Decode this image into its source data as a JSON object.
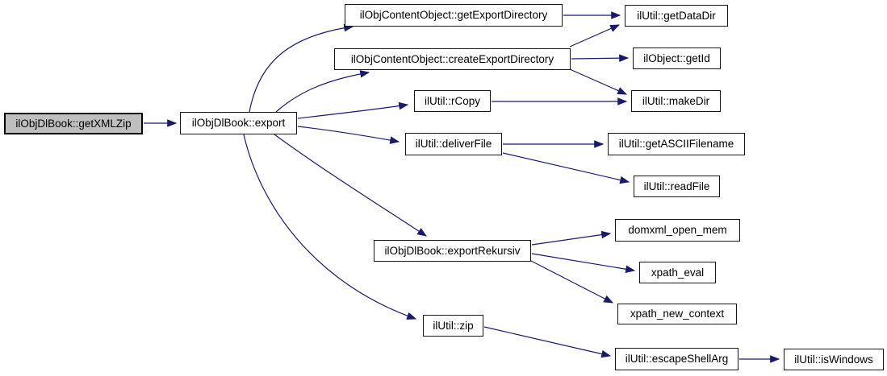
{
  "graph": {
    "type": "call-graph",
    "colors": {
      "edge": "#191970",
      "node_border": "#000000",
      "node_fill": "#ffffff",
      "root_fill": "#bfbfbf",
      "background": "#ffffff"
    },
    "nodes": [
      {
        "id": "getXMLZip",
        "label": "ilObjDlBook::getXMLZip",
        "root": true
      },
      {
        "id": "export",
        "label": "ilObjDlBook::export"
      },
      {
        "id": "getExportDirectory",
        "label": "ilObjContentObject::getExportDirectory"
      },
      {
        "id": "getDataDir",
        "label": "ilUtil::getDataDir"
      },
      {
        "id": "createExportDirectory",
        "label": "ilObjContentObject::createExportDirectory"
      },
      {
        "id": "getId",
        "label": "ilObject::getId"
      },
      {
        "id": "rCopy",
        "label": "ilUtil::rCopy"
      },
      {
        "id": "makeDir",
        "label": "ilUtil::makeDir"
      },
      {
        "id": "deliverFile",
        "label": "ilUtil::deliverFile"
      },
      {
        "id": "getASCIIFilename",
        "label": "ilUtil::getASCIIFilename"
      },
      {
        "id": "readFile",
        "label": "ilUtil::readFile"
      },
      {
        "id": "exportRekursiv",
        "label": "ilObjDlBook::exportRekursiv"
      },
      {
        "id": "domxml_open_mem",
        "label": "domxml_open_mem"
      },
      {
        "id": "xpath_eval",
        "label": "xpath_eval"
      },
      {
        "id": "xpath_new_context",
        "label": "xpath_new_context"
      },
      {
        "id": "zip",
        "label": "ilUtil::zip"
      },
      {
        "id": "escapeShellArg",
        "label": "ilUtil::escapeShellArg"
      },
      {
        "id": "isWindows",
        "label": "ilUtil::isWindows"
      }
    ],
    "edges": [
      {
        "from": "ilObjDlBook::getXMLZip",
        "to": "ilObjDlBook::export"
      },
      {
        "from": "ilObjDlBook::export",
        "to": "ilObjContentObject::getExportDirectory"
      },
      {
        "from": "ilObjDlBook::export",
        "to": "ilObjContentObject::createExportDirectory"
      },
      {
        "from": "ilObjDlBook::export",
        "to": "ilUtil::rCopy"
      },
      {
        "from": "ilObjDlBook::export",
        "to": "ilUtil::deliverFile"
      },
      {
        "from": "ilObjDlBook::export",
        "to": "ilObjDlBook::exportRekursiv"
      },
      {
        "from": "ilObjDlBook::export",
        "to": "ilUtil::zip"
      },
      {
        "from": "ilObjContentObject::getExportDirectory",
        "to": "ilUtil::getDataDir"
      },
      {
        "from": "ilObjContentObject::createExportDirectory",
        "to": "ilUtil::getDataDir"
      },
      {
        "from": "ilObjContentObject::createExportDirectory",
        "to": "ilObject::getId"
      },
      {
        "from": "ilObjContentObject::createExportDirectory",
        "to": "ilUtil::makeDir"
      },
      {
        "from": "ilUtil::rCopy",
        "to": "ilUtil::makeDir"
      },
      {
        "from": "ilUtil::deliverFile",
        "to": "ilUtil::getASCIIFilename"
      },
      {
        "from": "ilUtil::deliverFile",
        "to": "ilUtil::readFile"
      },
      {
        "from": "ilObjDlBook::exportRekursiv",
        "to": "domxml_open_mem"
      },
      {
        "from": "ilObjDlBook::exportRekursiv",
        "to": "xpath_eval"
      },
      {
        "from": "ilObjDlBook::exportRekursiv",
        "to": "xpath_new_context"
      },
      {
        "from": "ilUtil::zip",
        "to": "ilUtil::escapeShellArg"
      },
      {
        "from": "ilUtil::escapeShellArg",
        "to": "ilUtil::isWindows"
      }
    ]
  }
}
